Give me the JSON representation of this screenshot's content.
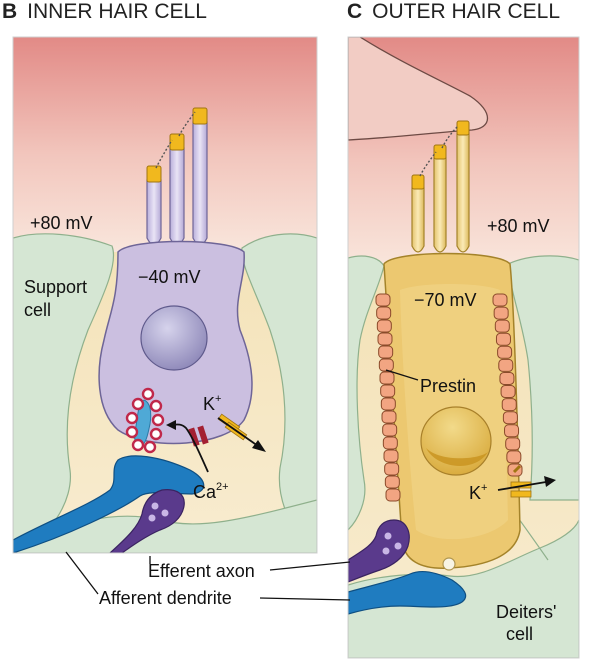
{
  "panel_b": {
    "letter": "B",
    "title": "INNER HAIR CELL",
    "endolymph_potential": "+80 mV",
    "cell_potential": "−40 mV",
    "support_cell_label_line1": "Support",
    "support_cell_label_line2": "cell",
    "potassium_label": "K",
    "potassium_charge": "+",
    "calcium_label": "Ca",
    "calcium_charge": "2+"
  },
  "panel_c": {
    "letter": "C",
    "title": "OUTER HAIR CELL",
    "endolymph_potential": "+80 mV",
    "cell_potential": "−70 mV",
    "prestin_label": "Prestin",
    "potassium_label": "K",
    "potassium_charge": "+",
    "deiters_label_line1": "Deiters'",
    "deiters_label_line2": "cell"
  },
  "shared_labels": {
    "efferent_axon": "Efferent axon",
    "afferent_dendrite": "Afferent dendrite"
  },
  "colors": {
    "endolymph_top": "#e28a86",
    "endolymph_bottom": "#f7e2d6",
    "perilymph": "#f4e3bd",
    "support_cell": "#d5e6d3",
    "inner_hair_cell": "#cbbfe0",
    "outer_hair_cell": "#ecc870",
    "afferent_dendrite": "#1f7cc0",
    "efferent_axon": "#5a3a8c",
    "prestin": "#f2a582",
    "channel_yellow": "#f1b81e",
    "channel_red": "#a32032"
  }
}
